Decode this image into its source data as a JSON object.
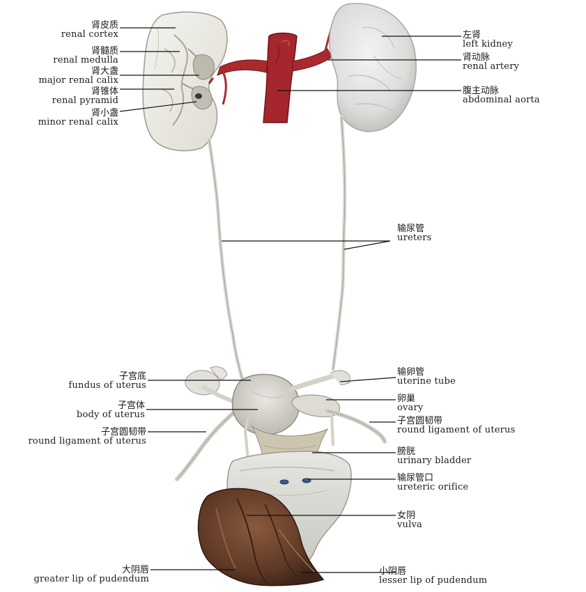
{
  "labels": {
    "renal_cortex": {
      "zh": "肾皮质",
      "en": "renal cortex"
    },
    "renal_medulla": {
      "zh": "肾髓质",
      "en": "renal medulla"
    },
    "major_renal_calix": {
      "zh": "肾大盏",
      "en": "major renal calix"
    },
    "renal_pyramid": {
      "zh": "肾锥体",
      "en": "renal pyramid"
    },
    "minor_renal_calix": {
      "zh": "肾小盏",
      "en": "minor renal calix"
    },
    "left_kidney": {
      "zh": "左肾",
      "en": "left kidney"
    },
    "renal_artery": {
      "zh": "肾动脉",
      "en": "renal artery"
    },
    "abdominal_aorta": {
      "zh": "腹主动脉",
      "en": "abdominal aorta"
    },
    "ureters": {
      "zh": "输尿管",
      "en": "ureters"
    },
    "fundus_of_uterus": {
      "zh": "子宫底",
      "en": "fundus of uterus"
    },
    "body_of_uterus": {
      "zh": "子宫体",
      "en": "body of uterus"
    },
    "round_ligament_left": {
      "zh": "子宫圆韧带",
      "en": "round ligament of uterus"
    },
    "uterine_tube": {
      "zh": "输卵管",
      "en": "uterine tube"
    },
    "ovary": {
      "zh": "卵巢",
      "en": "ovary"
    },
    "round_ligament_right": {
      "zh": "子宫圆韧带",
      "en": "round ligament of uterus"
    },
    "urinary_bladder": {
      "zh": "膀胱",
      "en": "urinary bladder"
    },
    "ureteric_orifice": {
      "zh": "输尿管口",
      "en": "ureteric orifice"
    },
    "vulva": {
      "zh": "女阴",
      "en": "vulva"
    },
    "greater_lip": {
      "zh": "大阴唇",
      "en": "greater lip of pudendum"
    },
    "lesser_lip": {
      "zh": "小阴唇",
      "en": "lesser lip of pudendum"
    }
  }
}
